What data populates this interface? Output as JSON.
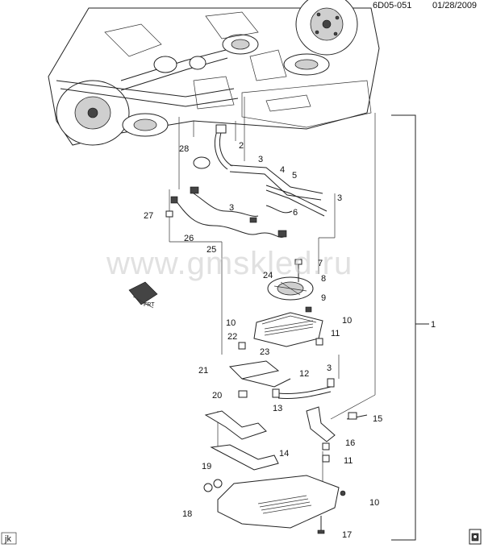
{
  "header": {
    "code": "6D05-051",
    "date": "01/28/2009"
  },
  "watermark": "www.gmskled.ru",
  "footer": {
    "initials": "jk"
  },
  "callouts": [
    "1",
    "2",
    "3",
    "3",
    "3",
    "3",
    "4",
    "5",
    "6",
    "7",
    "8",
    "9",
    "10",
    "10",
    "10",
    "11",
    "11",
    "12",
    "13",
    "14",
    "15",
    "16",
    "17",
    "18",
    "19",
    "20",
    "21",
    "22",
    "23",
    "24",
    "25",
    "26",
    "27",
    "28"
  ],
  "orientation_label": "FRT"
}
